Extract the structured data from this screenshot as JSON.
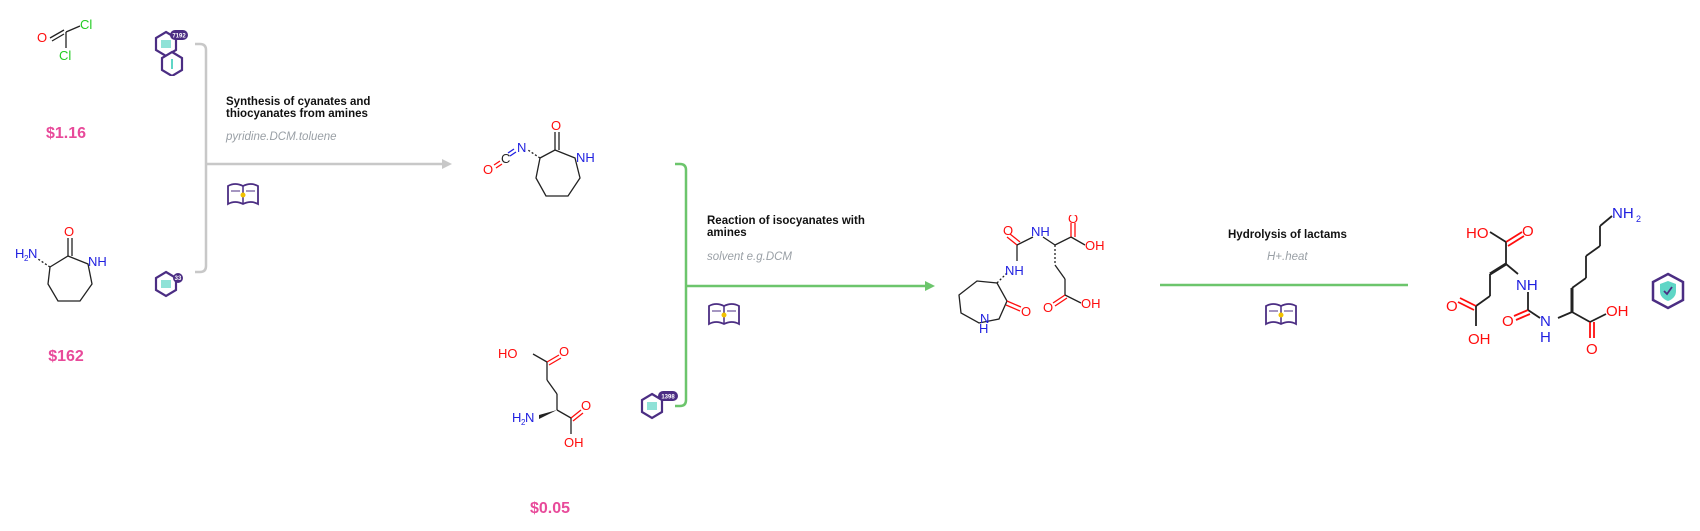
{
  "colors": {
    "price": "#e84a9a",
    "arrow_gray": "#c8c8c8",
    "arrow_green": "#6cc56c",
    "icon_purple": "#4b2d83",
    "icon_teal": "#5fd6c6",
    "atom_O": "#ff0d0d",
    "atom_N": "#2020e0",
    "atom_Cl": "#22cc22",
    "bond": "#222222"
  },
  "starting_materials": [
    {
      "name": "phosgene",
      "price": "$1.16",
      "badge": "7192"
    },
    {
      "name": "aminocaprolactam",
      "price": "$162",
      "badge": "33"
    },
    {
      "name": "glutamic-acid",
      "price": "$0.05",
      "badge": "1398"
    }
  ],
  "reactions": [
    {
      "title_line1": "Synthesis of cyanates and",
      "title_line2": "thiocyanates from amines",
      "conditions": "pyridine.DCM.toluene"
    },
    {
      "title_line1": "Reaction of isocyanates with",
      "title_line2": "amines",
      "conditions": "solvent e.g.DCM"
    },
    {
      "title_line1": "Hydrolysis of lactams",
      "title_line2": "",
      "conditions": "H+.heat"
    }
  ],
  "atoms": {
    "O": "O",
    "N": "N",
    "NH": "NH",
    "C": "C",
    "Cl": "Cl",
    "HO": "HO",
    "OH": "OH",
    "H": "H",
    "H2N_H": "H",
    "two": "2",
    "NH2_N": "NH"
  }
}
